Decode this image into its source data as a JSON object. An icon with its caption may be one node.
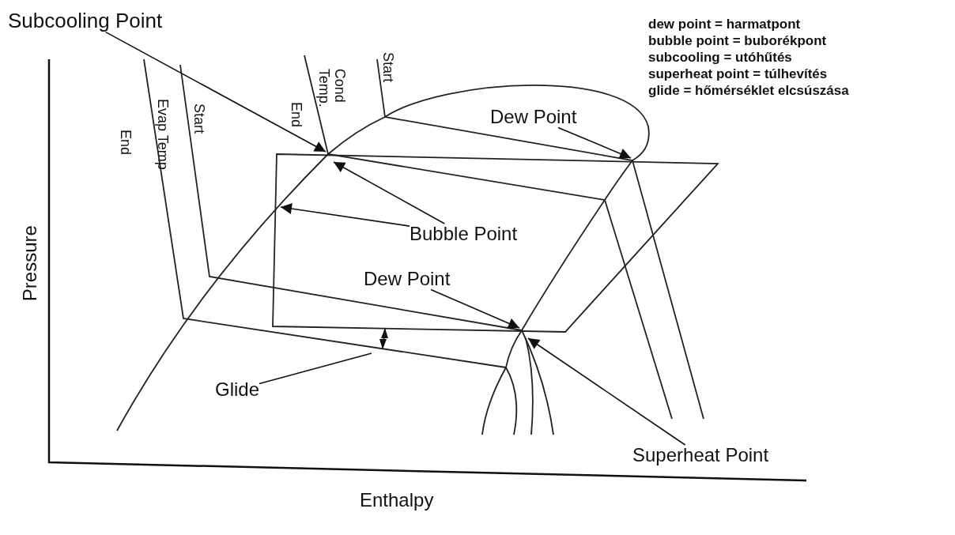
{
  "diagram": {
    "nodes": [
      {
        "text": [
          "Subcooling Point"
        ]
      },
      {
        "text": [
          "Dew Point"
        ]
      },
      {
        "text": [
          "Bubble Point"
        ]
      },
      {
        "text": [
          "Dew Point"
        ]
      },
      {
        "text": [
          "Glide"
        ]
      },
      {
        "text": [
          "Superheat Point"
        ]
      }
    ],
    "edges": [
      {
        "from": 0,
        "to": null,
        "arrow": "to"
      },
      {
        "from": 1,
        "to": null,
        "arrow": "to"
      },
      {
        "from": 2,
        "to": null,
        "arrow": "to"
      },
      {
        "from": 2,
        "to": null,
        "arrow": "to"
      },
      {
        "from": 3,
        "to": null,
        "arrow": "to"
      },
      {
        "from": 4,
        "to": null,
        "arrow": "none"
      },
      {
        "from": 5,
        "to": null,
        "arrow": "to"
      }
    ],
    "labels": [
      "dew point = harmatpont",
      "bubble point = buborékpont",
      "subcooling = utóhűtés",
      "superheat point = túlhevítés",
      "glide = hőmérséklet elcsúszása",
      "End",
      "Cond Temp.",
      "Start",
      "End",
      "Evap Temp",
      "Start",
      "Pressure",
      "Enthalpy"
    ]
  }
}
